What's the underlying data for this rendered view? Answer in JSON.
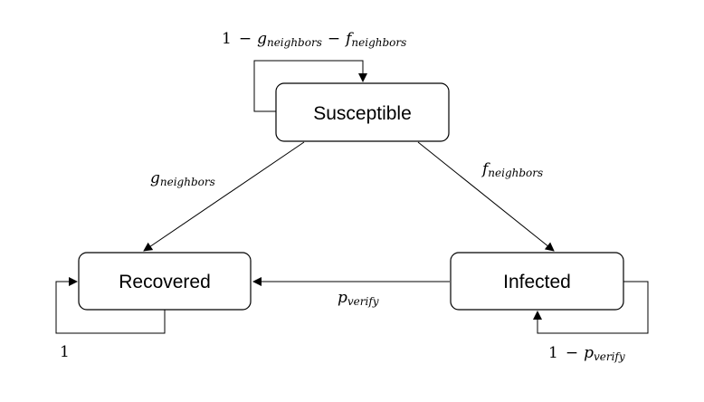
{
  "nodes": {
    "susceptible": "Susceptible",
    "recovered": "Recovered",
    "infected": "Infected"
  },
  "edges": {
    "s_self_one": "1",
    "s_self_minus1": "−",
    "s_self_g": "g",
    "s_self_minus2": "−",
    "s_self_f": "f",
    "s_to_r_g": "g",
    "s_to_i_f": "f",
    "i_to_r_p": "p",
    "r_self": "1",
    "i_self_one": "1",
    "i_self_minus": "−",
    "i_self_p": "p",
    "sub_neighbors": "neighbors",
    "sub_verify": "verify"
  },
  "colors": {
    "stroke": "#000000",
    "fill": "#ffffff"
  }
}
